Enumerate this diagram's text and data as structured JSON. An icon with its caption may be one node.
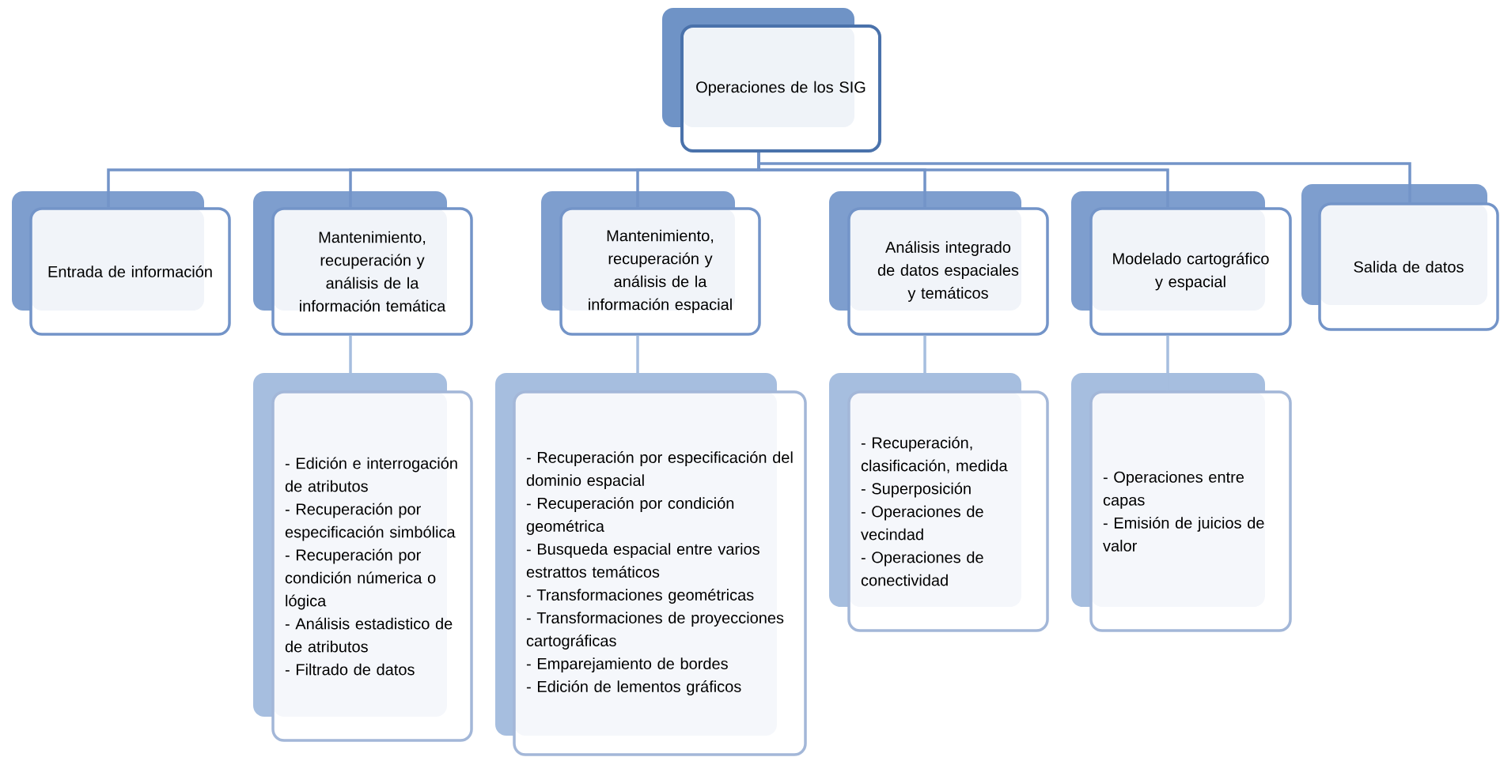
{
  "diagram": {
    "nodes": [
      {
        "text": [
          "Operaciones de los SIG"
        ]
      },
      {
        "text": [
          "Entrada de información"
        ]
      },
      {
        "text": [
          "Mantenimiento, recuperación y análisis de la información temática"
        ]
      },
      {
        "text": [
          "Mantenimiento, recuperación y análisis de la información espacial"
        ]
      },
      {
        "text": [
          "Análisis integrado de datos espaciales y temáticos"
        ]
      },
      {
        "text": [
          "Modelado cartográfico y espacial"
        ]
      },
      {
        "text": [
          "Salida de datos"
        ]
      },
      {
        "text": [
          "- Edición e interrogación de atributos",
          "- Recuperación por especificación simbólica",
          "- Recuperación por condición númerica o lógica",
          "-  Análisis estadistico de de atributos",
          "- Filtrado de datos"
        ]
      },
      {
        "text": [
          "- Recuperación por especificación del dominio espacial",
          "- Recuperación por condición geométrica",
          "- Busqueda espacial entre varios estrattos temáticos",
          "- Transformaciones geométricas",
          "- Transformaciones de proyecciones cartográficas",
          "- Emparejamiento de bordes",
          "- Edición de lementos gráficos"
        ]
      },
      {
        "text": [
          "-  Recuperación, clasificación, medida",
          "-  Superposición",
          "-  Operaciones de vecindad",
          "- Operaciones de conectividad"
        ]
      },
      {
        "text": [
          "- Operaciones entre capas",
          "- Emisión de juicios de valor"
        ]
      }
    ],
    "edges": [
      {
        "from": 0,
        "to": 1,
        "arrow": "none"
      },
      {
        "from": 0,
        "to": 2,
        "arrow": "none"
      },
      {
        "from": 0,
        "to": 3,
        "arrow": "none"
      },
      {
        "from": 0,
        "to": 4,
        "arrow": "none"
      },
      {
        "from": 0,
        "to": 5,
        "arrow": "none"
      },
      {
        "from": 0,
        "to": 6,
        "arrow": "none"
      },
      {
        "from": 2,
        "to": 7,
        "arrow": "none"
      },
      {
        "from": 3,
        "to": 8,
        "arrow": "none"
      },
      {
        "from": 4,
        "to": 9,
        "arrow": "none"
      },
      {
        "from": 5,
        "to": 10,
        "arrow": "none"
      }
    ]
  }
}
